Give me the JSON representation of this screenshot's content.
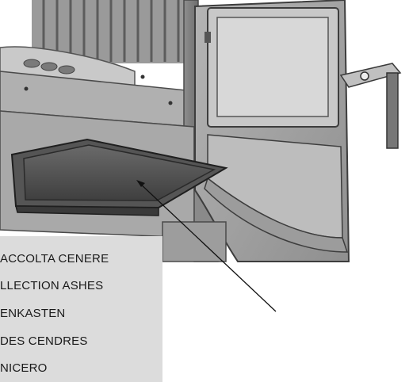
{
  "caption": {
    "lines": [
      "ACCOLTA CENERE",
      "LLECTION ASHES",
      "ENKASTEN",
      "DES CENDRES",
      "NICERO"
    ]
  },
  "colors": {
    "caption_background": "#dcdcdc",
    "leader_line": "#111111"
  }
}
